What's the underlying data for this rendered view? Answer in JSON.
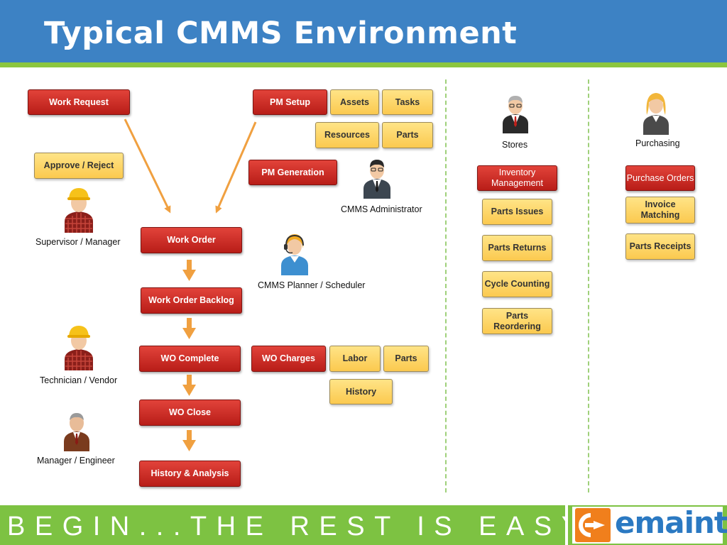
{
  "title": "Typical CMMS Environment",
  "footer": {
    "tagline": "BEGIN...THE REST IS EASY",
    "logo": "emaint"
  },
  "colors": {
    "header": "#3d82c4",
    "accent_green": "#7dc242",
    "red_box": "#d0302a",
    "yellow_box": "#fdd66b",
    "arrow": "#f0a040",
    "logo_orange": "#f07f1c",
    "logo_blue": "#2b79c2"
  },
  "boxes": {
    "work_request": "Work Request",
    "approve_reject": "Approve / Reject",
    "work_order": "Work Order",
    "work_order_backlog": "Work Order Backlog",
    "wo_complete": "WO Complete",
    "wo_close": "WO Close",
    "history_analysis": "History & Analysis",
    "pm_setup": "PM Setup",
    "assets": "Assets",
    "tasks": "Tasks",
    "resources": "Resources",
    "pm_parts": "Parts",
    "pm_generation": "PM Generation",
    "wo_charges": "WO Charges",
    "labor": "Labor",
    "charge_parts": "Parts",
    "history": "History",
    "inventory_management": "Inventory Management",
    "parts_issues": "Parts Issues",
    "parts_returns": "Parts Returns",
    "cycle_counting": "Cycle Counting",
    "parts_reordering": "Parts Reordering",
    "purchase_orders": "Purchase Orders",
    "invoice_matching": "Invoice Matching",
    "parts_receipts": "Parts Receipts"
  },
  "people": {
    "supervisor": "Supervisor / Manager",
    "technician": "Technician / Vendor",
    "manager_engineer": "Manager / Engineer",
    "administrator": "CMMS Administrator",
    "planner": "CMMS Planner / Scheduler",
    "stores": "Stores",
    "purchasing": "Purchasing"
  },
  "icons": [
    "hardhat-worker-icon",
    "businessman-icon",
    "headset-planner-icon",
    "businesswoman-icon",
    "emaint-logo-icon"
  ]
}
